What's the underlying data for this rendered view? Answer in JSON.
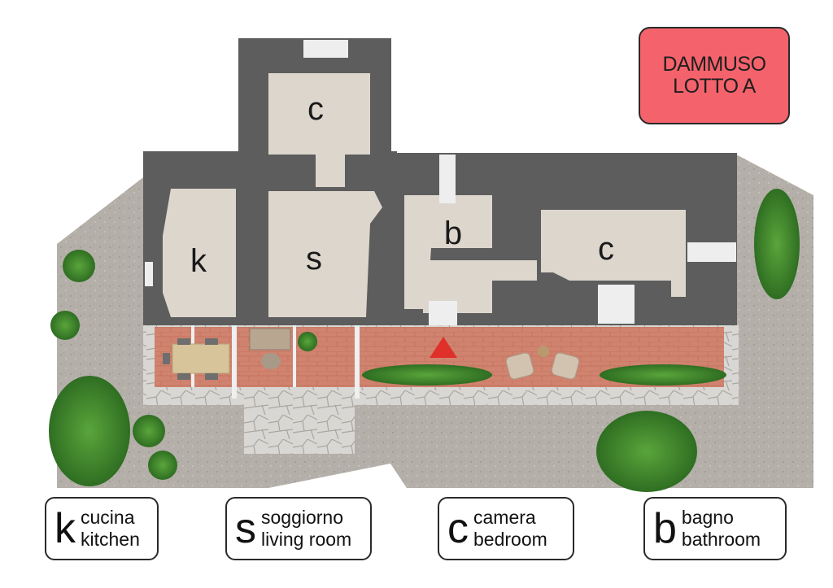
{
  "title": {
    "line1": "DAMMUSO",
    "line2": "LOTTO A"
  },
  "rooms": {
    "top_bedroom": "c",
    "kitchen": "k",
    "living": "s",
    "bathroom": "b",
    "right_bedroom": "c"
  },
  "legend": [
    {
      "letter": "k",
      "it": "cucina",
      "en": "kitchen"
    },
    {
      "letter": "s",
      "it": "soggiorno",
      "en": "living room"
    },
    {
      "letter": "c",
      "it": "camera",
      "en": "bedroom"
    },
    {
      "letter": "b",
      "it": "bagno",
      "en": "bathroom"
    }
  ],
  "colors": {
    "wall": "#5d5d5d",
    "floor": "#ddd6cd",
    "terrace": "#d0836f",
    "gravel": "#b4afa9",
    "title_bg": "#f4636c",
    "entrance_marker": "#e0302a",
    "greenery": "#3f8c2c"
  }
}
